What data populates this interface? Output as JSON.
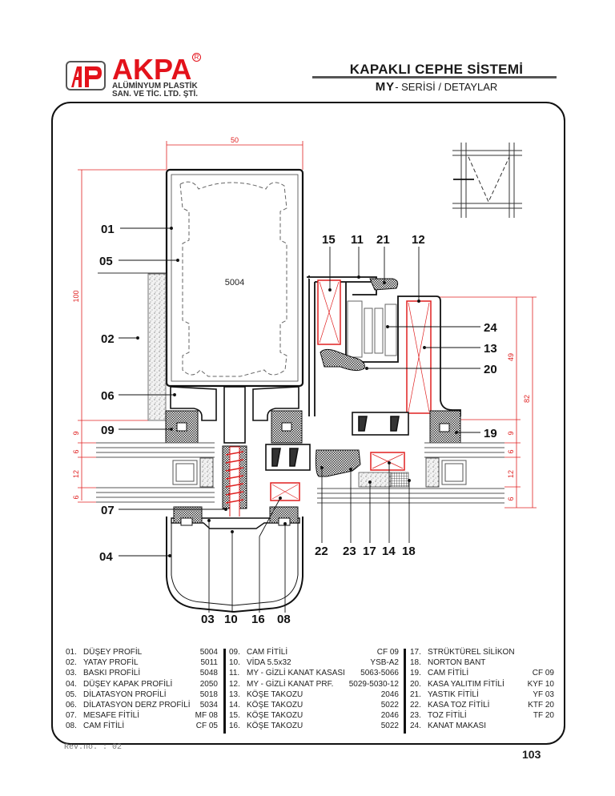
{
  "header": {
    "brand": "AKPA",
    "registered_mark": "R",
    "company_line1": "ALÜMİNYUM PLASTİK",
    "company_line2": "SAN. VE TİC. LTD. ŞTİ.",
    "title": "KAPAKLI CEPHE SİSTEMİ",
    "series": "MY",
    "subtitle_rest": "- SERİSİ  /  DETAYLAR"
  },
  "drawing": {
    "profile_code": "5004",
    "dimensions": {
      "width_top": "50",
      "height_left": "100",
      "height_right_inner": "49",
      "height_right_outer": "82",
      "glass_left": [
        "9",
        "6",
        "12",
        "6"
      ],
      "glass_right": [
        "9",
        "6",
        "12",
        "6"
      ]
    },
    "callouts": {
      "c01": "01",
      "c05": "05",
      "c02": "02",
      "c06": "06",
      "c09": "09",
      "c07": "07",
      "c04": "04",
      "c15": "15",
      "c11": "11",
      "c21": "21",
      "c12": "12",
      "c24": "24",
      "c13": "13",
      "c20": "20",
      "c19": "19",
      "c22": "22",
      "c23": "23",
      "c17": "17",
      "c14": "14",
      "c18": "18",
      "c03": "03",
      "c10": "10",
      "c16": "16",
      "c08": "08"
    }
  },
  "legend": {
    "col1": [
      {
        "num": "01.",
        "name": "DÜŞEY PROFİL",
        "code": "5004"
      },
      {
        "num": "02.",
        "name": "YATAY PROFİL",
        "code": "5011"
      },
      {
        "num": "03.",
        "name": "BASKI PROFİLİ",
        "code": "5048"
      },
      {
        "num": "04.",
        "name": "DÜŞEY KAPAK PROFİLİ",
        "code": "2050"
      },
      {
        "num": "05.",
        "name": "DİLATASYON PROFİLİ",
        "code": "5018"
      },
      {
        "num": "06.",
        "name": "DİLATASYON DERZ PROFİLİ",
        "code": "5034"
      },
      {
        "num": "07.",
        "name": "MESAFE FİTİLİ",
        "code": "MF 08"
      },
      {
        "num": "08.",
        "name": "CAM FİTİLİ",
        "code": "CF 05"
      }
    ],
    "col2": [
      {
        "num": "09.",
        "name": "CAM FİTİLİ",
        "code": "CF 09"
      },
      {
        "num": "10.",
        "name": "VİDA 5.5x32",
        "code": "YSB-A2"
      },
      {
        "num": "11.",
        "name": "MY - GİZLİ KANAT KASASI",
        "code": "5063-5066"
      },
      {
        "num": "12.",
        "name": "MY - GİZLİ KANAT PRF.",
        "code": "5029-5030-12"
      },
      {
        "num": "13.",
        "name": "KÖŞE TAKOZU",
        "code": "2046"
      },
      {
        "num": "14.",
        "name": "KÖŞE TAKOZU",
        "code": "5022"
      },
      {
        "num": "15.",
        "name": "KÖŞE TAKOZU",
        "code": "2046"
      },
      {
        "num": "16.",
        "name": "KÖŞE TAKOZU",
        "code": "5022"
      }
    ],
    "col3": [
      {
        "num": "17.",
        "name": "STRÜKTÜREL SİLİKON",
        "code": ""
      },
      {
        "num": "18.",
        "name": "NORTON BANT",
        "code": ""
      },
      {
        "num": "19.",
        "name": "CAM FİTİLİ",
        "code": "CF 09"
      },
      {
        "num": "20.",
        "name": "KASA YALITIM FİTİLİ",
        "code": "KYF 10"
      },
      {
        "num": "21.",
        "name": "YASTIK FİTİLİ",
        "code": "YF 03"
      },
      {
        "num": "22.",
        "name": "KASA TOZ FİTİLİ",
        "code": "KTF 20"
      },
      {
        "num": "23.",
        "name": "TOZ FİTİLİ",
        "code": "TF 20"
      },
      {
        "num": "24.",
        "name": "KANAT MAKASI",
        "code": ""
      }
    ]
  },
  "footer": {
    "revision": "Rev.no. : 02",
    "page_number": "103"
  },
  "colors": {
    "brand_red": "#e3121b",
    "dimension_red": "#e02020"
  }
}
